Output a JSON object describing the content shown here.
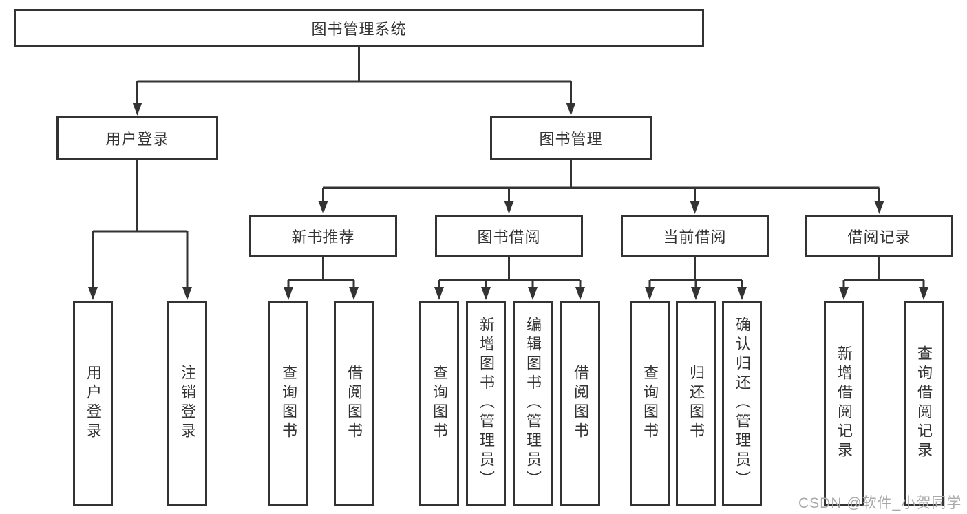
{
  "colors": {
    "line": "#333333",
    "text": "#333333",
    "bg": "#ffffff",
    "watermark": "#aaaaaa"
  },
  "nodes": {
    "root": "图书管理系统",
    "level2": [
      "用户登录",
      "图书管理"
    ],
    "level3": [
      "新书推荐",
      "图书借阅",
      "当前借阅",
      "借阅记录"
    ],
    "leaves_user_login": [
      "用户登录",
      "注销登录"
    ],
    "leaves_new_books": [
      "查询图书",
      "借阅图书"
    ],
    "leaves_book_borrow": [
      "查询图书",
      "新增图书（管理员）",
      "编辑图书（管理员）",
      "借阅图书"
    ],
    "leaves_current_borrow": [
      "查询图书",
      "归还图书",
      "确认归还（管理员）"
    ],
    "leaves_borrow_records": [
      "新增借阅记录",
      "查询借阅记录"
    ]
  },
  "watermark": {
    "text": "CSDN @软件_小贺同学"
  }
}
